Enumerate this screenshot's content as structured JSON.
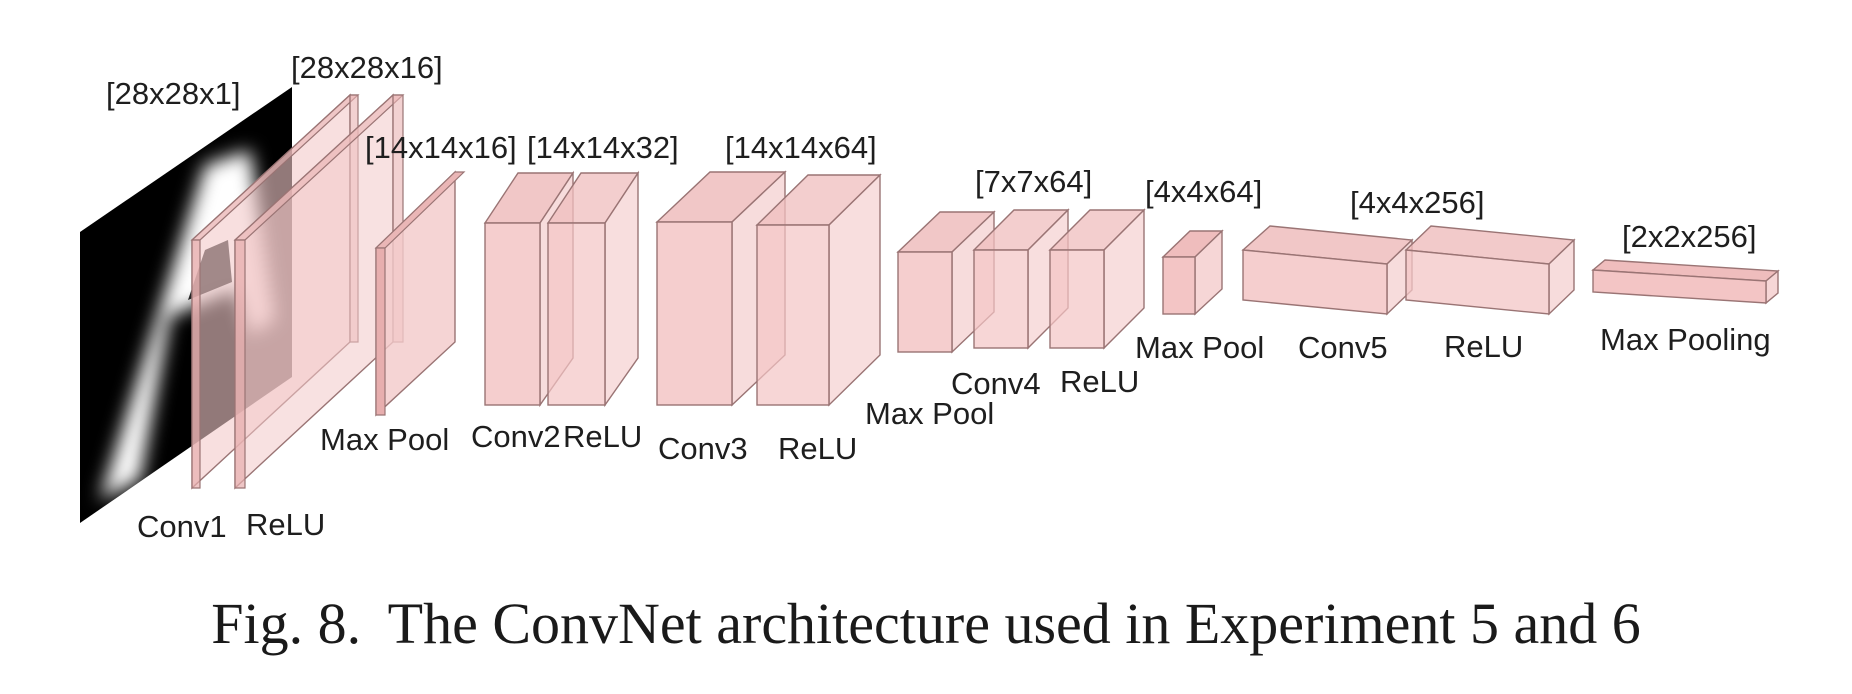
{
  "figure": {
    "caption_number": "Fig. 8.",
    "caption_text": "The ConvNet architecture used in Experiment 5 and 6"
  },
  "input": {
    "dims": "[28x28x1]",
    "glyph": "A"
  },
  "colors": {
    "box_fill": "#f3c9c9",
    "box_stroke": "#9a7474",
    "input_bg": "#000000"
  },
  "blocks": [
    {
      "id": "conv1",
      "label": "Conv1",
      "dims": "[28x28x16]"
    },
    {
      "id": "relu1",
      "label": "ReLU",
      "dims": ""
    },
    {
      "id": "pool1",
      "label": "Max Pool",
      "dims": "[14x14x16]"
    },
    {
      "id": "conv2",
      "label": "Conv2",
      "dims": ""
    },
    {
      "id": "relu2",
      "label": "ReLU",
      "dims": "[14x14x32]"
    },
    {
      "id": "conv3",
      "label": "Conv3",
      "dims": ""
    },
    {
      "id": "relu3",
      "label": "ReLU",
      "dims": "[14x14x64]"
    },
    {
      "id": "pool2",
      "label": "Max Pool",
      "dims": ""
    },
    {
      "id": "conv4",
      "label": "Conv4",
      "dims": "[7x7x64]"
    },
    {
      "id": "relu4",
      "label": "ReLU",
      "dims": ""
    },
    {
      "id": "pool3",
      "label": "Max Pool",
      "dims": "[4x4x64]"
    },
    {
      "id": "conv5",
      "label": "Conv5",
      "dims": "[4x4x256]"
    },
    {
      "id": "relu5",
      "label": "ReLU",
      "dims": ""
    },
    {
      "id": "pool4",
      "label": "Max Pooling",
      "dims": "[2x2x256]"
    }
  ]
}
